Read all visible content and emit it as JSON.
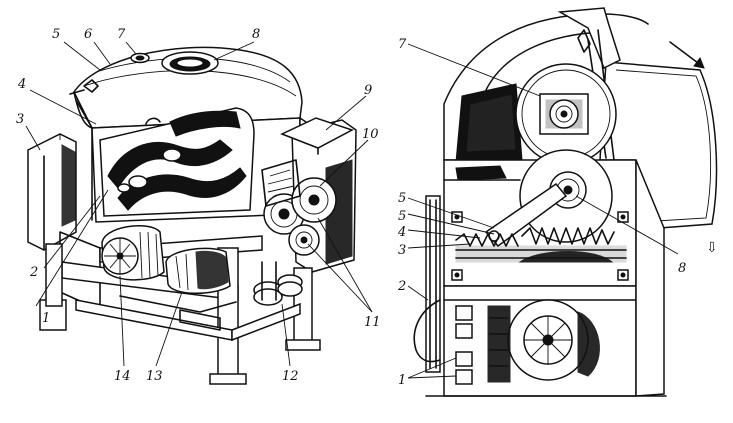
{
  "left_view": {
    "callouts": [
      "1",
      "2",
      "3",
      "4",
      "5",
      "6",
      "7",
      "8",
      "9",
      "10",
      "11",
      "12",
      "13",
      "14"
    ]
  },
  "right_view": {
    "callouts": [
      "1",
      "2",
      "3",
      "4",
      "5",
      "5",
      "7",
      "8"
    ],
    "flow_arrow": "⇩"
  }
}
